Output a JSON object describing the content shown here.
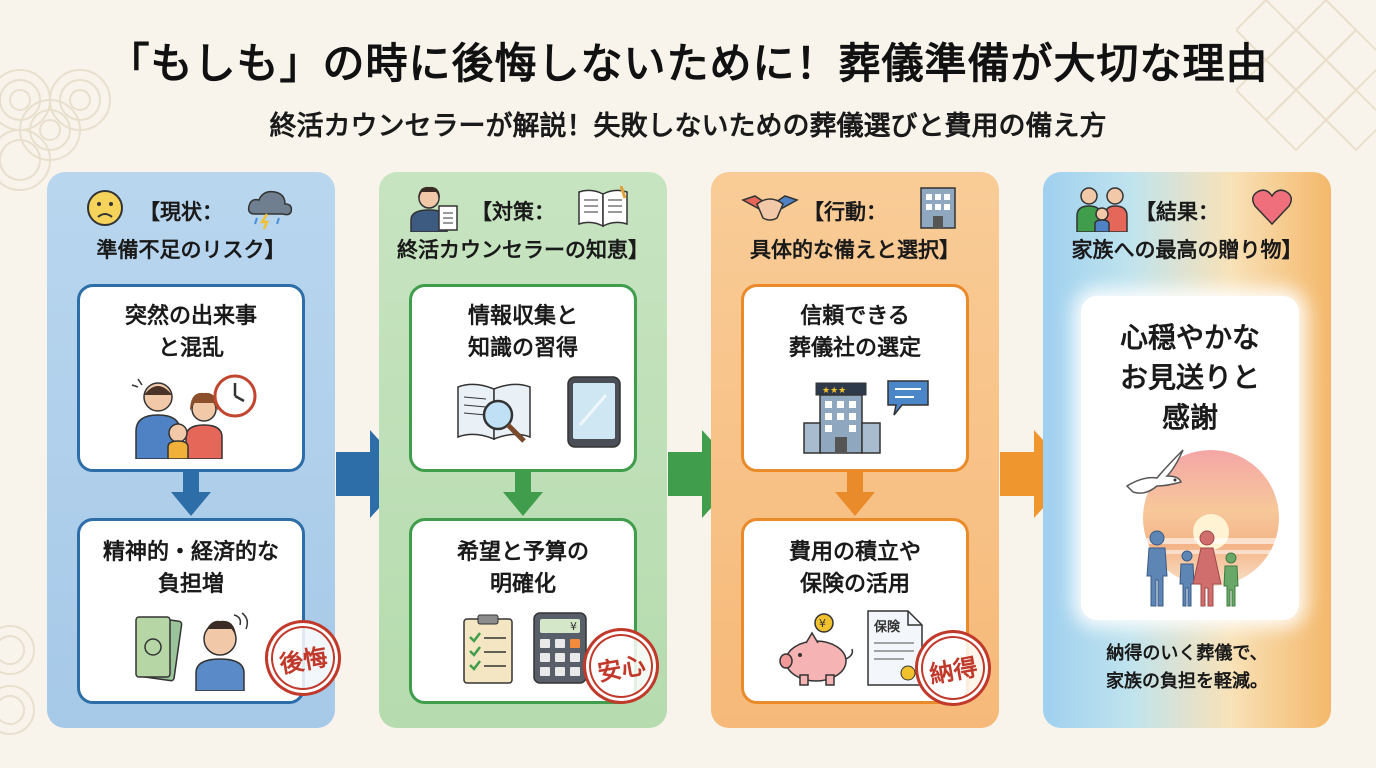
{
  "title": "「もしも」の時に後悔しないために！葬儀準備が大切な理由",
  "subtitle": "終活カウンセラーが解説！失敗しないための葬儀選びと費用の備え方",
  "columns": [
    {
      "head_line1": "【現状：",
      "head_line2": "準備不足のリスク】",
      "card_top": [
        "突然の出来事",
        "と混乱"
      ],
      "card_bottom": [
        "精神的・経済的な",
        "負担増"
      ],
      "stamp": "後悔",
      "icons": [
        "sad-face-icon",
        "storm-cloud-icon",
        "worried-family-icon",
        "clock-icon",
        "money-icon",
        "worried-man-icon"
      ]
    },
    {
      "head_line1": "【対策：",
      "head_line2": "終活カウンセラーの知恵】",
      "card_top": [
        "情報収集と",
        "知識の習得"
      ],
      "card_bottom": [
        "希望と予算の",
        "明確化"
      ],
      "stamp": "安心",
      "stamp_yen": "¥",
      "icons": [
        "counselor-icon",
        "book-icon",
        "magnifier-book-icon",
        "tablet-icon",
        "checklist-icon",
        "calculator-icon"
      ]
    },
    {
      "head_line1": "【行動：",
      "head_line2": "具体的な備えと選択】",
      "card_top": [
        "信頼できる",
        "葬儀社の選定"
      ],
      "card_bottom": [
        "費用の積立や",
        "保険の活用"
      ],
      "stamp": "納得",
      "coin_label": "¥",
      "insurance_label": "保険",
      "icons": [
        "handshake-icon",
        "building-icon",
        "funeral-hall-icon",
        "speech-bubble-icon",
        "piggy-bank-icon",
        "insurance-document-icon"
      ]
    },
    {
      "head_line1": "【結果：",
      "head_line2": "家族への最高の贈り物】",
      "result_text": [
        "心穏やかな",
        "お見送りと",
        "感謝"
      ],
      "note": [
        "納得のいく葬儀で、",
        "家族の負担を軽減。"
      ],
      "icons": [
        "family-icon",
        "heart-icon",
        "dove-icon",
        "sunset-icon",
        "family-silhouette-icon"
      ]
    }
  ],
  "colors": {
    "blue": "#2e6ea8",
    "green": "#3f9d4c",
    "orange": "#e98b2a",
    "stamp_red": "#c0392b"
  }
}
